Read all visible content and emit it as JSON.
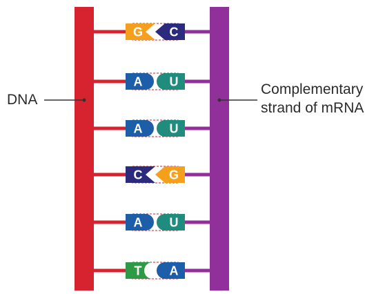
{
  "labels": {
    "dna": "DNA",
    "mrna_line1": "Complementary",
    "mrna_line2": "strand of mRNA"
  },
  "colors": {
    "dna_strand": "#d52430",
    "mrna_strand": "#91309a",
    "bond": "#c0202c",
    "G": "#f5a01d",
    "C": "#2b2a7c",
    "A": "#1c5fa8",
    "U": "#1f8c7e",
    "T": "#2e9a48"
  },
  "base_pairs": [
    {
      "dna": "G",
      "rna": "C"
    },
    {
      "dna": "A",
      "rna": "U"
    },
    {
      "dna": "A",
      "rna": "U"
    },
    {
      "dna": "C",
      "rna": "G"
    },
    {
      "dna": "A",
      "rna": "U"
    },
    {
      "dna": "T",
      "rna": "A"
    }
  ]
}
